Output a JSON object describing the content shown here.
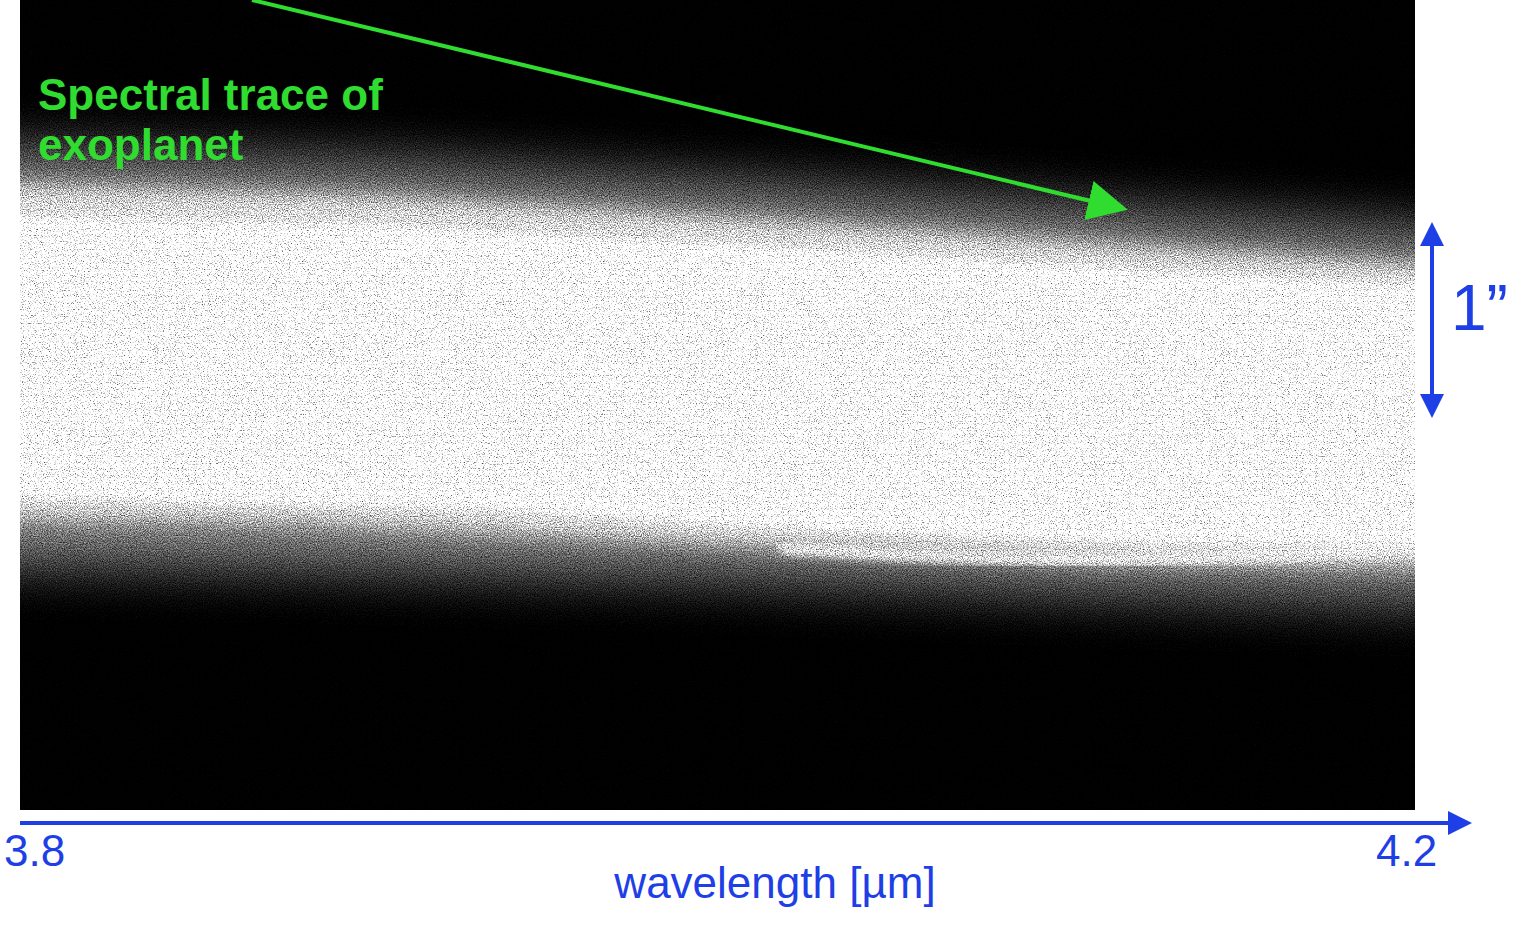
{
  "diagram": {
    "labels": [
      "Spectral trace of exoplanet",
      "1”",
      "3.8",
      "wavelength [µm]",
      "4.2"
    ]
  }
}
